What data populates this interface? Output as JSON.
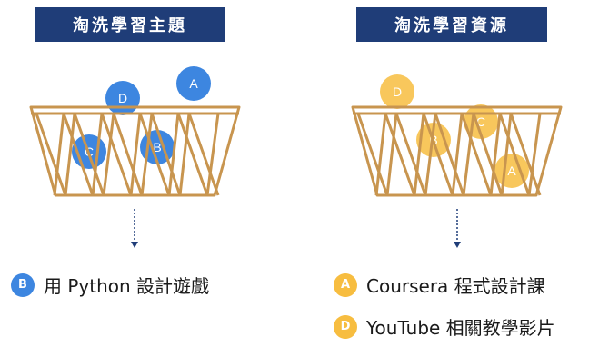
{
  "left_panel": {
    "title": "淘洗學習主題",
    "balls": [
      "A",
      "D",
      "C",
      "B"
    ],
    "result": {
      "badge": "B",
      "text": "用 Python 設計遊戲"
    }
  },
  "right_panel": {
    "title": "淘洗學習資源",
    "balls": [
      "D",
      "C",
      "B",
      "A"
    ],
    "results": [
      {
        "badge": "A",
        "text": "Coursera 程式設計課"
      },
      {
        "badge": "D",
        "text": "YouTube 相關教學影片"
      }
    ]
  },
  "colors": {
    "title_bg": "#1f3d78",
    "basket": "#c8954f",
    "blue_ball": "#3d86e0",
    "yellow_ball": "#f7bd40",
    "arrow": "#1f3d78"
  },
  "icons": [
    "basket-icon",
    "arrow-down-icon"
  ]
}
